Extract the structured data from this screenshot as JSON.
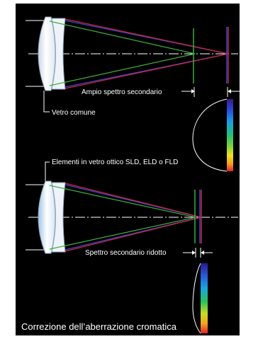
{
  "diagram": {
    "labels": {
      "wide_spectrum": "Ampio spettro secondario",
      "common_glass": "Vetro comune",
      "special_glass": "Elementi in vetro ottico SLD, ELD o FLD",
      "reduced_spectrum": "Spettro secondario ridotto",
      "caption": "Correzione dell’aberrazione cromatica"
    },
    "colors": {
      "background": "#000000",
      "ray_red": "#d4263a",
      "ray_blue": "#3a48d8",
      "ray_green": "#3fae3f",
      "lens_fill": "#e6eef7",
      "axis": "#ffffff"
    },
    "spectrum_colors": [
      "#3a1a8c",
      "#2a4ad8",
      "#1aa0e0",
      "#22c07a",
      "#7fd13a",
      "#f2e021",
      "#f39c1e",
      "#e0232b"
    ]
  }
}
